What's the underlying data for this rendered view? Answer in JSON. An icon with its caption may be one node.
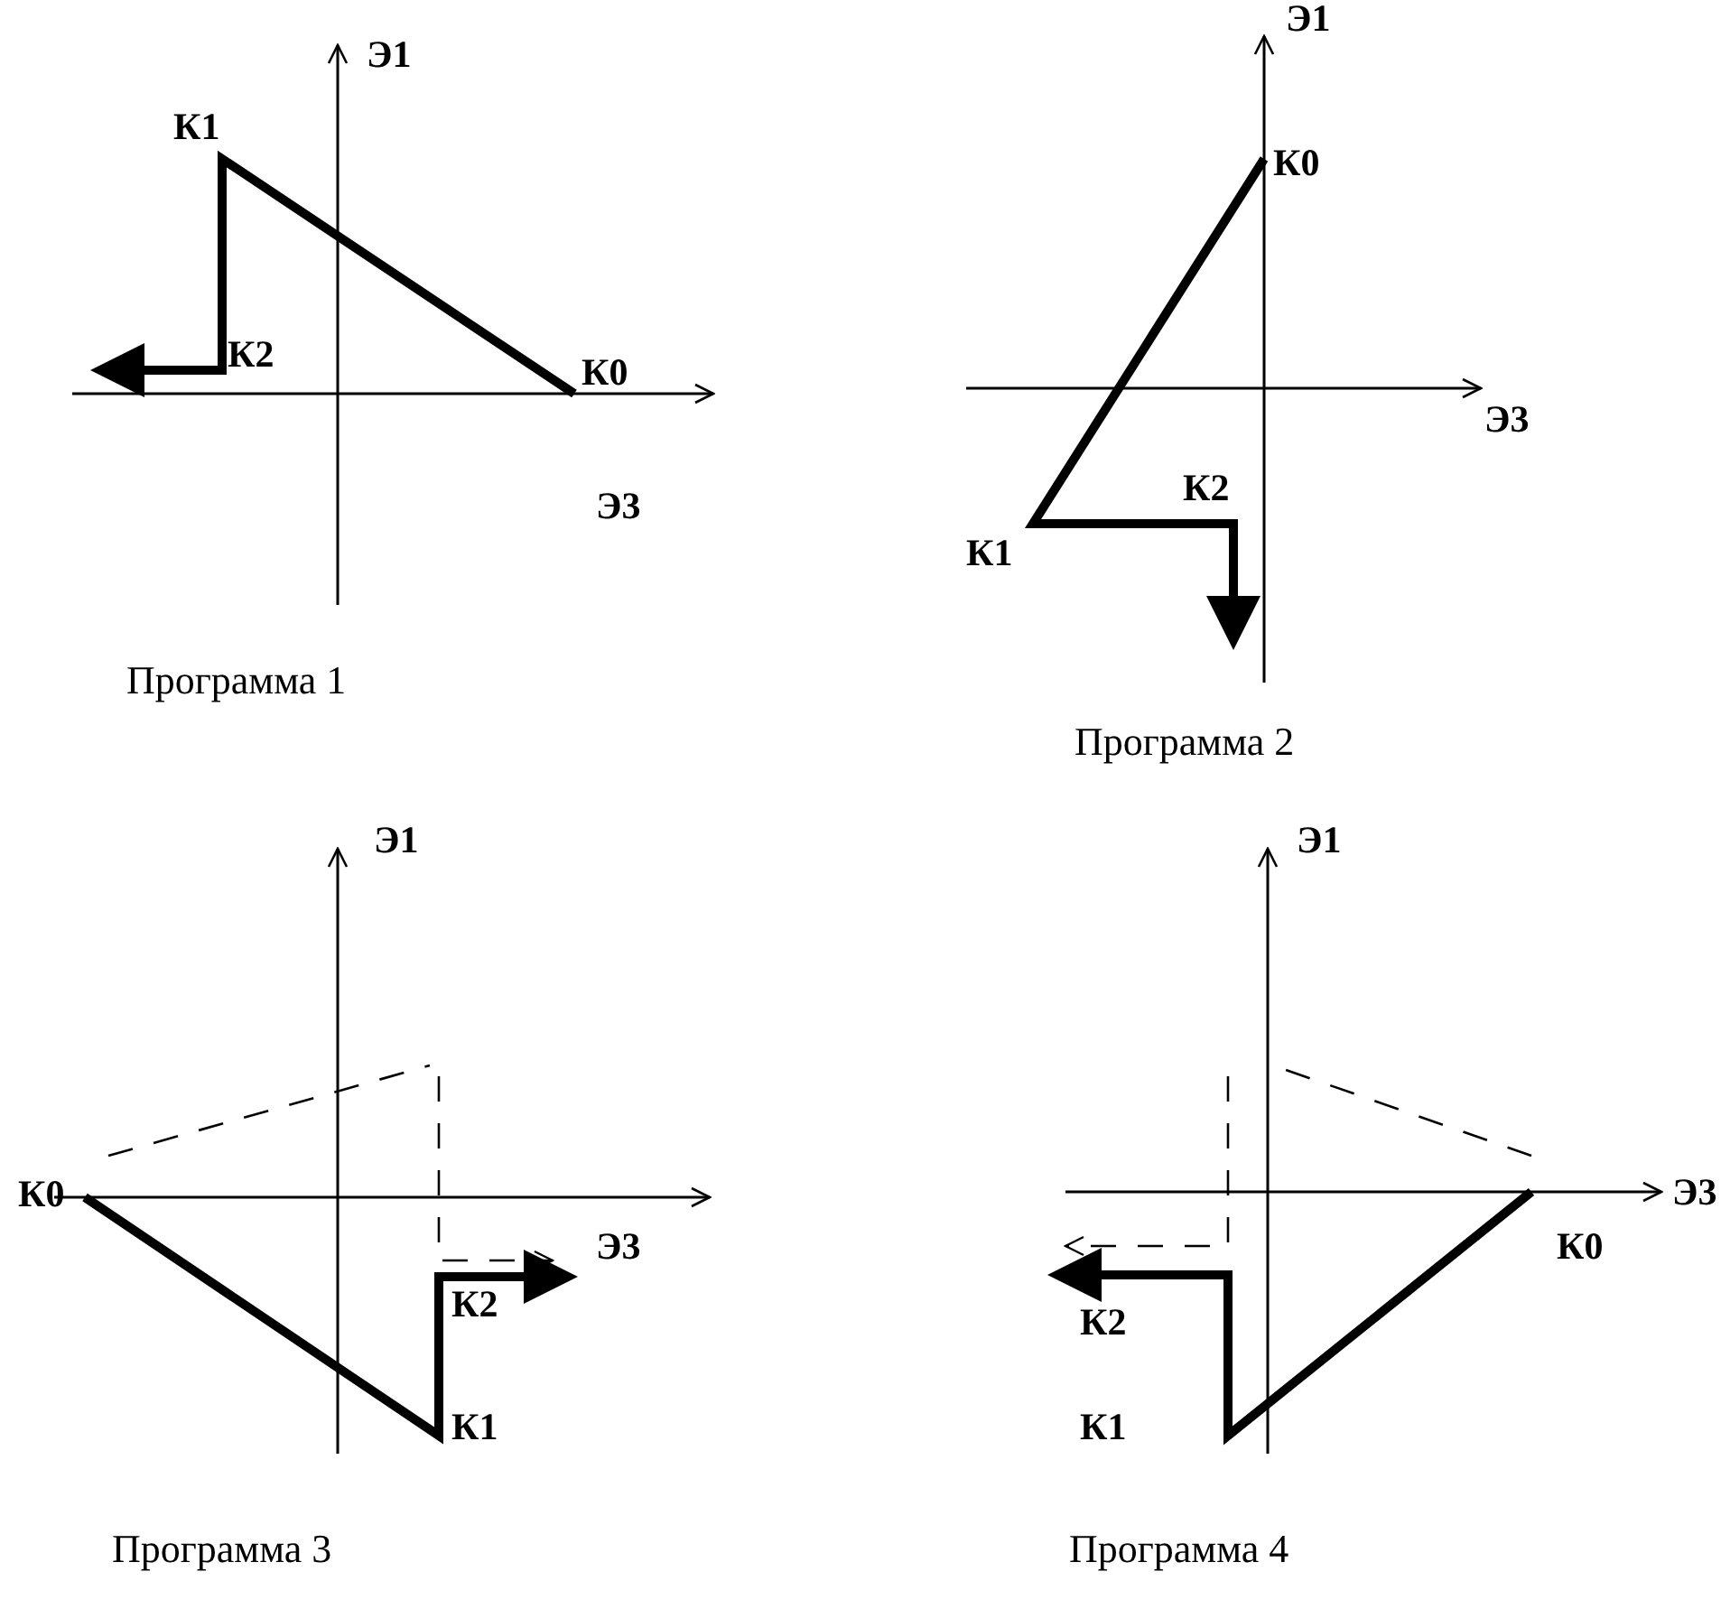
{
  "diagram": {
    "labels": [
      "Э1",
      "К1",
      "К2",
      "К0",
      "Э3",
      "Программа 1",
      "Э1",
      "К0",
      "Э3",
      "К2",
      "К1",
      "Программа 2",
      "Э1",
      "К0",
      "Э3",
      "К2",
      "К1",
      "Программа 3",
      "Э1",
      "Э3",
      "К0",
      "К2",
      "К1",
      "Программа 4"
    ]
  }
}
